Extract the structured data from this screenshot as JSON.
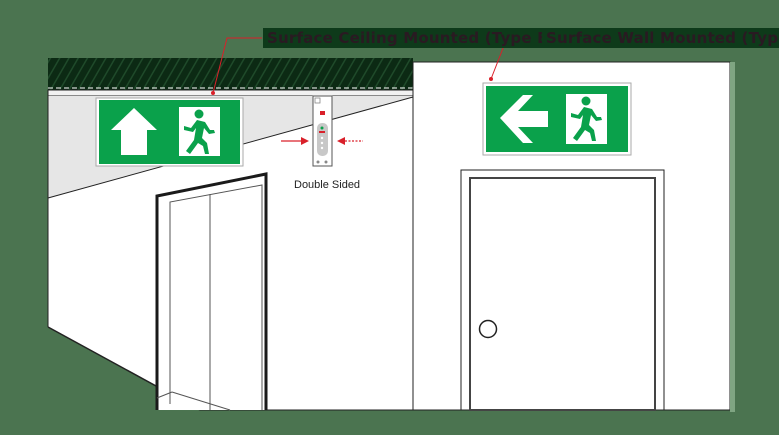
{
  "labels": {
    "ceiling": "Surface Ceiling Mounted (Type B)",
    "wall": "Surface Wall Mounted (Type A)",
    "double_sided": "Double Sided"
  },
  "signs": {
    "ceiling_sign": {
      "arrow": "up-arrow",
      "figure": "running-man-exit"
    },
    "wall_sign": {
      "arrow": "left-arrow",
      "figure": "running-man-exit"
    }
  },
  "colors": {
    "background": "#4b7450",
    "sign_green": "#0aa14b",
    "leader_red": "#d9202a",
    "wall": "#ffffff",
    "ceiling_shade": "#e6e6e6",
    "outline": "#222222"
  }
}
